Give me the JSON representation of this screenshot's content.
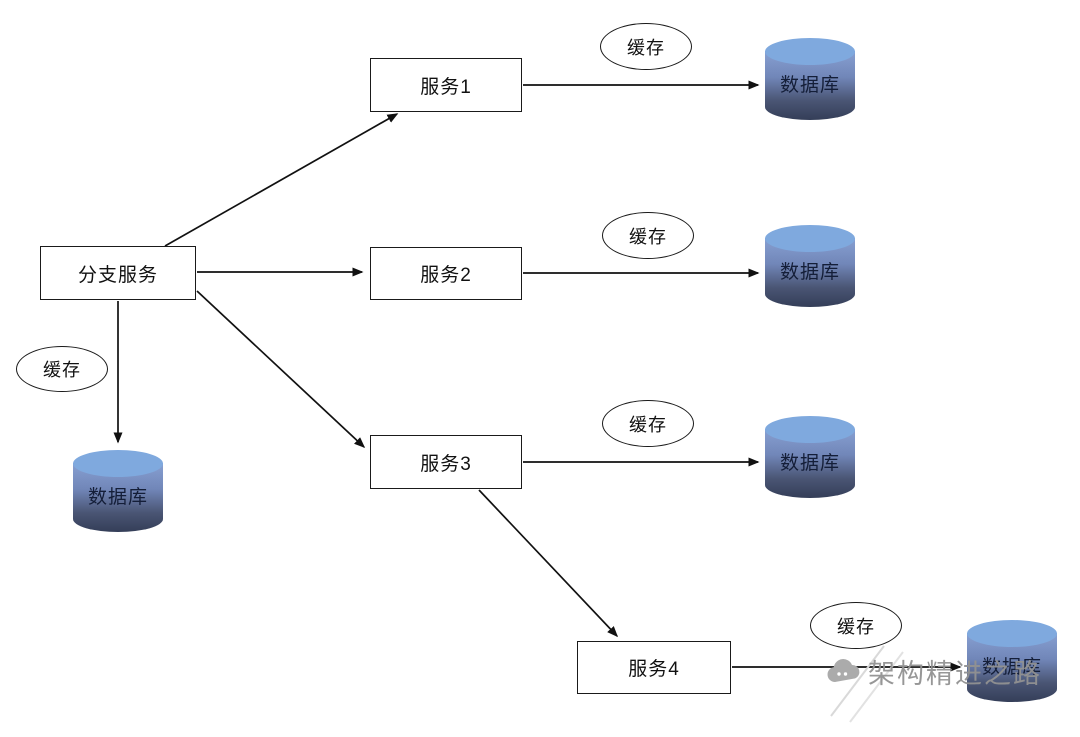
{
  "diagram": {
    "branch_service": {
      "label": "分支服务"
    },
    "services": [
      {
        "label": "服务1"
      },
      {
        "label": "服务2"
      },
      {
        "label": "服务3"
      },
      {
        "label": "服务4"
      }
    ],
    "cache_label": "缓存",
    "database_label": "数据库",
    "watermark": {
      "text": "架构精进之路"
    },
    "colors": {
      "db_top": "#7fa9de",
      "db_body_start": "#87a0d2",
      "db_body_end": "#343e58",
      "line": "#111111",
      "watermark": "#919191"
    }
  }
}
